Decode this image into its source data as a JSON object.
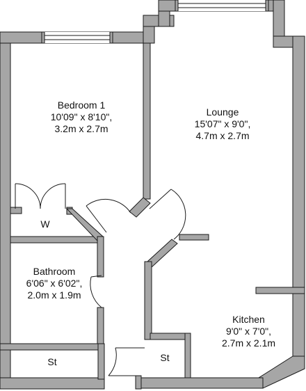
{
  "plan": {
    "colors": {
      "wall_fill": "#a6a6a6",
      "wall_stroke": "#1a1a1a",
      "background": "#ffffff",
      "text": "#111111"
    },
    "rooms": {
      "bedroom": {
        "name": "Bedroom 1",
        "dim_imperial": "10'09\" x 8'10\",",
        "dim_metric": "3.2m x 2.7m"
      },
      "lounge": {
        "name": "Lounge",
        "dim_imperial": "15'07\" x 9'0\",",
        "dim_metric": "4.7m x 2.7m"
      },
      "bathroom": {
        "name": "Bathroom",
        "dim_imperial": "6'06\" x 6'02\",",
        "dim_metric": "2.0m x 1.9m"
      },
      "kitchen": {
        "name": "Kitchen",
        "dim_imperial": "9'0\" x 7'0\",",
        "dim_metric": "2.7m x 2.1m"
      },
      "wardrobe": {
        "name": "W"
      },
      "store_left": {
        "name": "St"
      },
      "store_right": {
        "name": "St"
      }
    }
  }
}
